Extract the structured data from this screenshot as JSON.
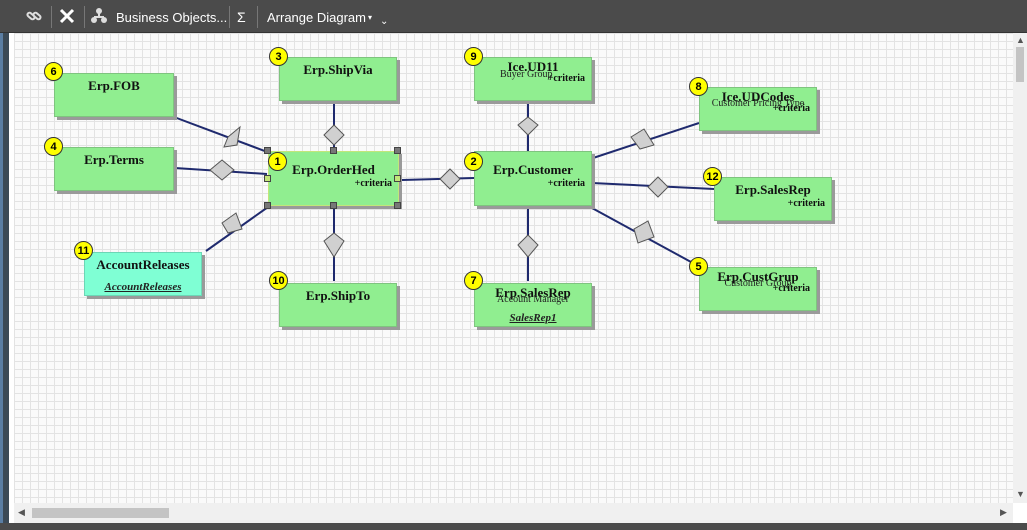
{
  "toolbar": {
    "business_objects_label": "Business Objects...",
    "sum_label": "Σ",
    "arrange_label": "Arrange Diagram"
  },
  "diagram": {
    "nodes": [
      {
        "id": "fob",
        "badge": "6",
        "title": "Erp.FOB"
      },
      {
        "id": "terms",
        "badge": "4",
        "title": "Erp.Terms"
      },
      {
        "id": "accountreleases",
        "badge": "11",
        "title": "AccountReleases",
        "link": "AccountReleases"
      },
      {
        "id": "shipvia",
        "badge": "3",
        "title": "Erp.ShipVia"
      },
      {
        "id": "orderhed",
        "badge": "1",
        "title": "Erp.OrderHed",
        "criteria": "+criteria"
      },
      {
        "id": "shipto",
        "badge": "10",
        "title": "Erp.ShipTo"
      },
      {
        "id": "ud11",
        "badge": "9",
        "title": "Ice.UD11",
        "sub": "Buyer Group",
        "criteria": "+criteria"
      },
      {
        "id": "customer",
        "badge": "2",
        "title": "Erp.Customer",
        "criteria": "+criteria"
      },
      {
        "id": "salesrep_am",
        "badge": "7",
        "title": "Erp.SalesRep",
        "sub": "Account Manager",
        "link": "SalesRep1"
      },
      {
        "id": "udcodes",
        "badge": "8",
        "title": "Ice.UDCodes",
        "sub": "Customer Pricing Type",
        "criteria": "+criteria"
      },
      {
        "id": "salesrep",
        "badge": "12",
        "title": "Erp.SalesRep",
        "criteria": "+criteria"
      },
      {
        "id": "custgrup",
        "badge": "5",
        "title": "Erp.CustGrup",
        "sub": "Customer Group",
        "criteria": "+criteria"
      }
    ]
  }
}
